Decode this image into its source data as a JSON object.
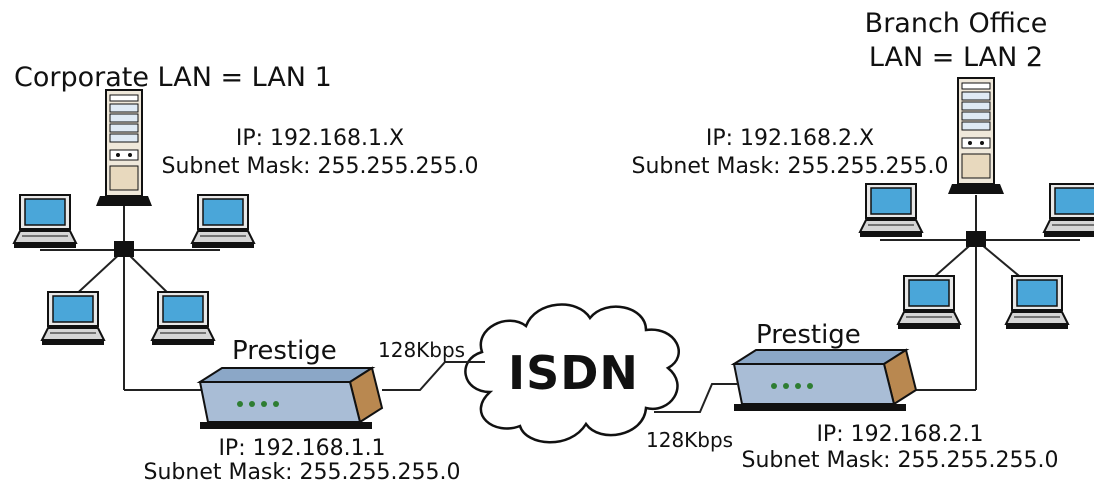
{
  "corporate": {
    "title": "Corporate LAN = LAN 1",
    "lan_ip": "IP: 192.168.1.X",
    "lan_mask": "Subnet Mask: 255.255.255.0",
    "router_name": "Prestige",
    "router_ip": "IP: 192.168.1.1",
    "router_mask": "Subnet Mask: 255.255.255.0",
    "link_speed": "128Kbps"
  },
  "branch": {
    "title_line1": "Branch Office",
    "title_line2": "LAN = LAN 2",
    "lan_ip": "IP: 192.168.2.X",
    "lan_mask": "Subnet Mask: 255.255.255.0",
    "router_name": "Prestige",
    "router_ip": "IP: 192.168.2.1",
    "router_mask": "Subnet Mask: 255.255.255.0",
    "link_speed": "128Kbps"
  },
  "cloud": {
    "label": "ISDN"
  },
  "colors": {
    "screen": "#4aa6d9",
    "router_top": "#8ba7c7",
    "router_front": "#a9bdd6",
    "router_side": "#b98850",
    "server_body": "#efe8da",
    "line": "#222222"
  }
}
